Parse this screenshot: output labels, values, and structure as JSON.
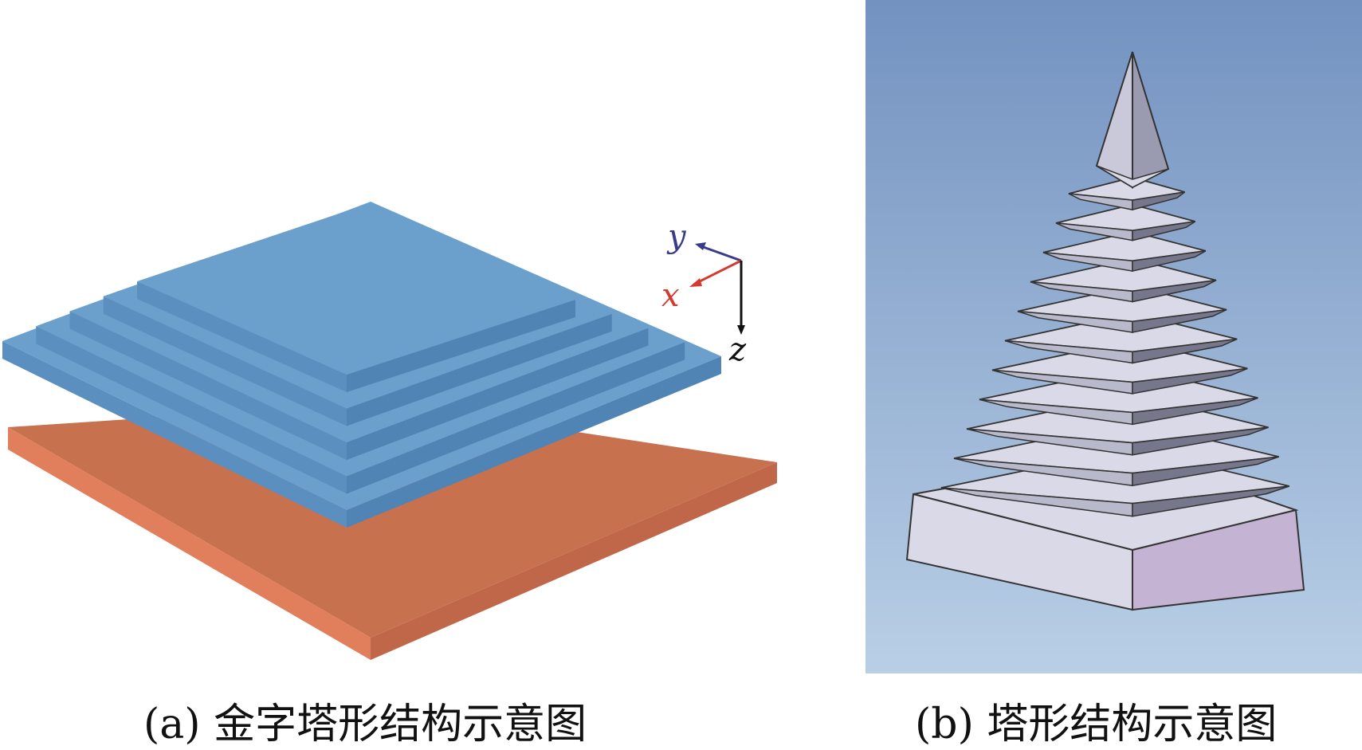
{
  "panels": {
    "a": {
      "caption": "(a) 金字塔形结构示意图",
      "axes": {
        "x": "x",
        "y": "y",
        "z": "z"
      },
      "layer_count": 5,
      "colors": {
        "layer_top": "#6ba0cc",
        "layer_edge": "#4f84b4",
        "layer_side": "#5a8fc0",
        "substrate_top": "#c8714f",
        "substrate_side": "#e17e5c",
        "x_axis": "#d43a30",
        "y_axis": "#3a3a8c",
        "z_axis": "#111111"
      }
    },
    "b": {
      "caption": "(b) 塔形结构示意图",
      "tier_count": 11,
      "colors": {
        "bg_top": "#7392c0",
        "bg_bottom": "#b9cfe6",
        "face_light": "#d9d9e8",
        "face_mid": "#b9b9cc",
        "face_dark": "#77778c"
      }
    }
  }
}
